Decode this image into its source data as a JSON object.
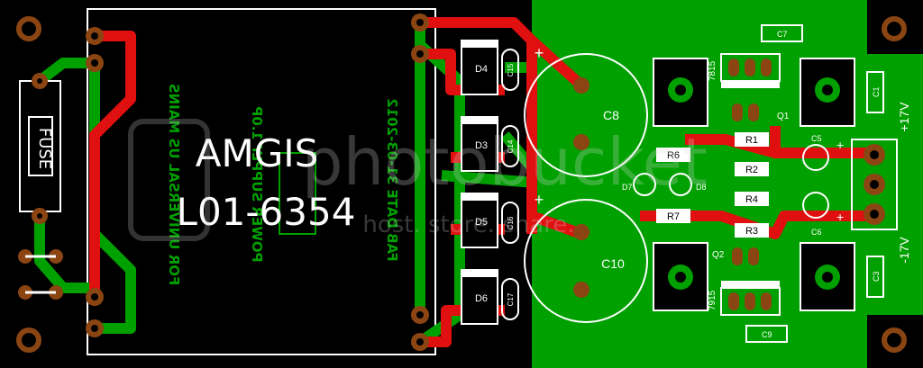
{
  "board": {
    "title_line1": "AMGIS",
    "title_line2": "L01-6354",
    "mirror_line1": "FOR UNIVERSAL US MAINS",
    "mirror_line2": "POWER SUPPLY 1.0P",
    "mirror_line3": "FAB DATE 31-03-2012",
    "fuse_label": "FUSE"
  },
  "components": {
    "diodes": [
      "D4",
      "D3",
      "D5",
      "D6"
    ],
    "small_caps": [
      "C15",
      "C14",
      "C16",
      "C17"
    ],
    "big_caps": [
      "C8",
      "C10"
    ],
    "resistors": [
      "R6",
      "R7",
      "R1",
      "R2",
      "R4",
      "R3"
    ],
    "leds": [
      "D7",
      "D8"
    ],
    "regulators": [
      "7815",
      "7915"
    ],
    "transistors": [
      "Q1",
      "Q2"
    ],
    "caps_right": [
      "C7",
      "C9",
      "C5",
      "C6",
      "C1",
      "C3"
    ],
    "plus_sign": "+",
    "pos_rail": "+17V",
    "neg_rail": "-17V"
  },
  "colors": {
    "background": "#000000",
    "copper_bottom": "#00a000",
    "copper_top": "#e01010",
    "silkscreen": "#ffffff",
    "pad": "#8b4513"
  },
  "watermark": {
    "text": "photobucket",
    "sub": "host. store. share."
  }
}
